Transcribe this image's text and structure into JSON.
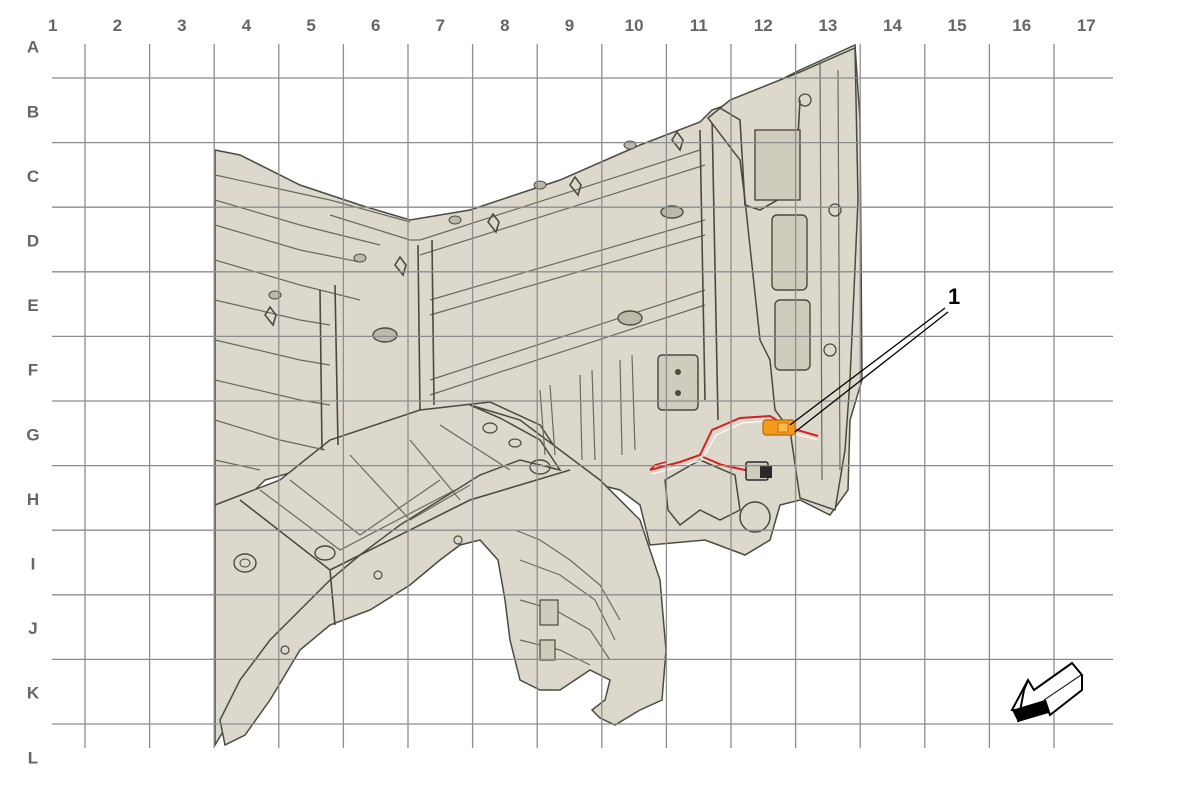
{
  "grid": {
    "columns": [
      "1",
      "2",
      "3",
      "4",
      "5",
      "6",
      "7",
      "8",
      "9",
      "10",
      "11",
      "12",
      "13",
      "14",
      "15",
      "16",
      "17"
    ],
    "rows": [
      "A",
      "B",
      "C",
      "D",
      "E",
      "F",
      "G",
      "H",
      "I",
      "J",
      "K",
      "L"
    ]
  },
  "callouts": [
    {
      "number": "1"
    }
  ],
  "colors": {
    "panel_fill": "#dcd9cc",
    "outline": "#4a4a40",
    "grid_line": "#8d8d8d",
    "wire": "#d42020",
    "connector": "#f59a1c",
    "label_text": "#666666"
  },
  "icons": {
    "orientation_arrow": "front-direction-arrow-icon"
  }
}
